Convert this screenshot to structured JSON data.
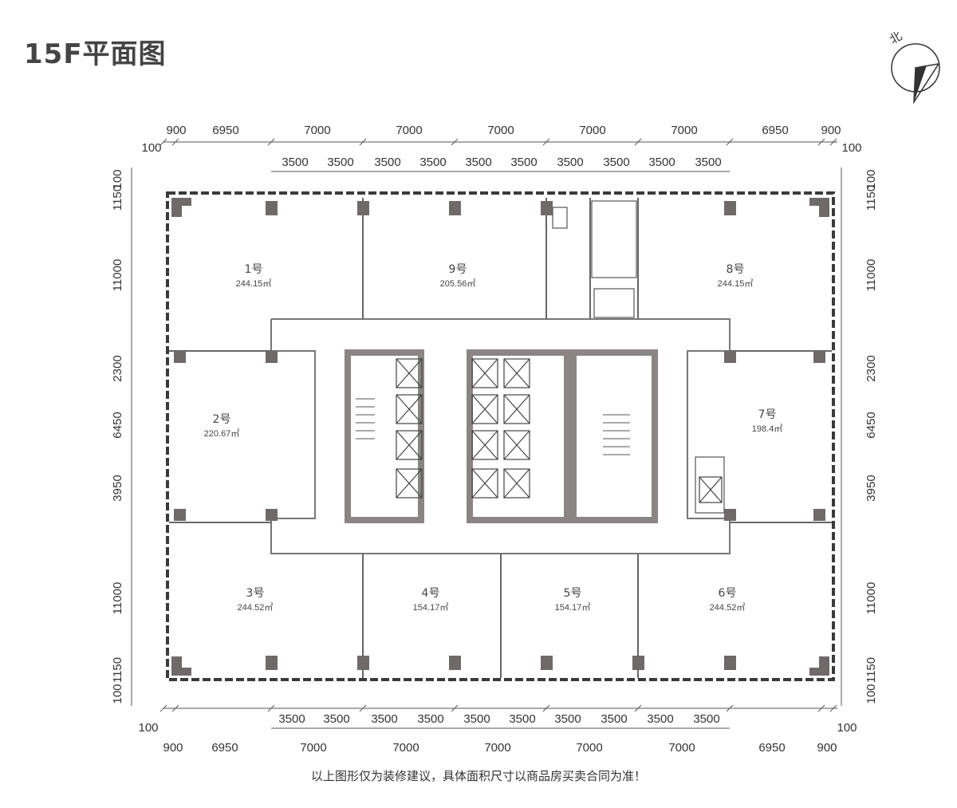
{
  "title": "15F平面图",
  "footer_note": "以上图形仅为装修建议，具体面积尺寸以商品房买卖合同为准！",
  "north_label": "北",
  "top_dims_outer": [
    "100",
    "900",
    "6950",
    "7000",
    "7000",
    "7000",
    "7000",
    "7000",
    "6950",
    "900",
    "100"
  ],
  "top_dims_inner": [
    "3500",
    "3500",
    "3500",
    "3500",
    "3500",
    "3500",
    "3500",
    "3500",
    "3500",
    "3500"
  ],
  "bottom_dims_outer": [
    "100",
    "900",
    "6950",
    "7000",
    "7000",
    "7000",
    "7000",
    "7000",
    "6950",
    "900",
    "100"
  ],
  "bottom_dims_inner": [
    "3500",
    "3500",
    "3500",
    "3500",
    "3500",
    "3500",
    "3500",
    "3500",
    "3500",
    "3500"
  ],
  "left_dims": [
    "100",
    "1150",
    "11000",
    "2300",
    "6450",
    "3950",
    "11000",
    "1150",
    "100"
  ],
  "right_dims": [
    "100",
    "1150",
    "11000",
    "2300",
    "6450",
    "3950",
    "11000",
    "1150",
    "100"
  ],
  "units": [
    {
      "name": "1号",
      "area": "244.15㎡"
    },
    {
      "name": "9号",
      "area": "205.56㎡"
    },
    {
      "name": "8号",
      "area": "244.15㎡"
    },
    {
      "name": "2号",
      "area": "220.67㎡"
    },
    {
      "name": "7号",
      "area": "198.4㎡"
    },
    {
      "name": "3号",
      "area": "244.52㎡"
    },
    {
      "name": "4号",
      "area": "154.17㎡"
    },
    {
      "name": "5号",
      "area": "154.17㎡"
    },
    {
      "name": "6号",
      "area": "244.52㎡"
    }
  ],
  "colors": {
    "wall": "#3a3a3a",
    "column": "#6e6a69",
    "core": "#8a8584",
    "line": "#555555"
  }
}
